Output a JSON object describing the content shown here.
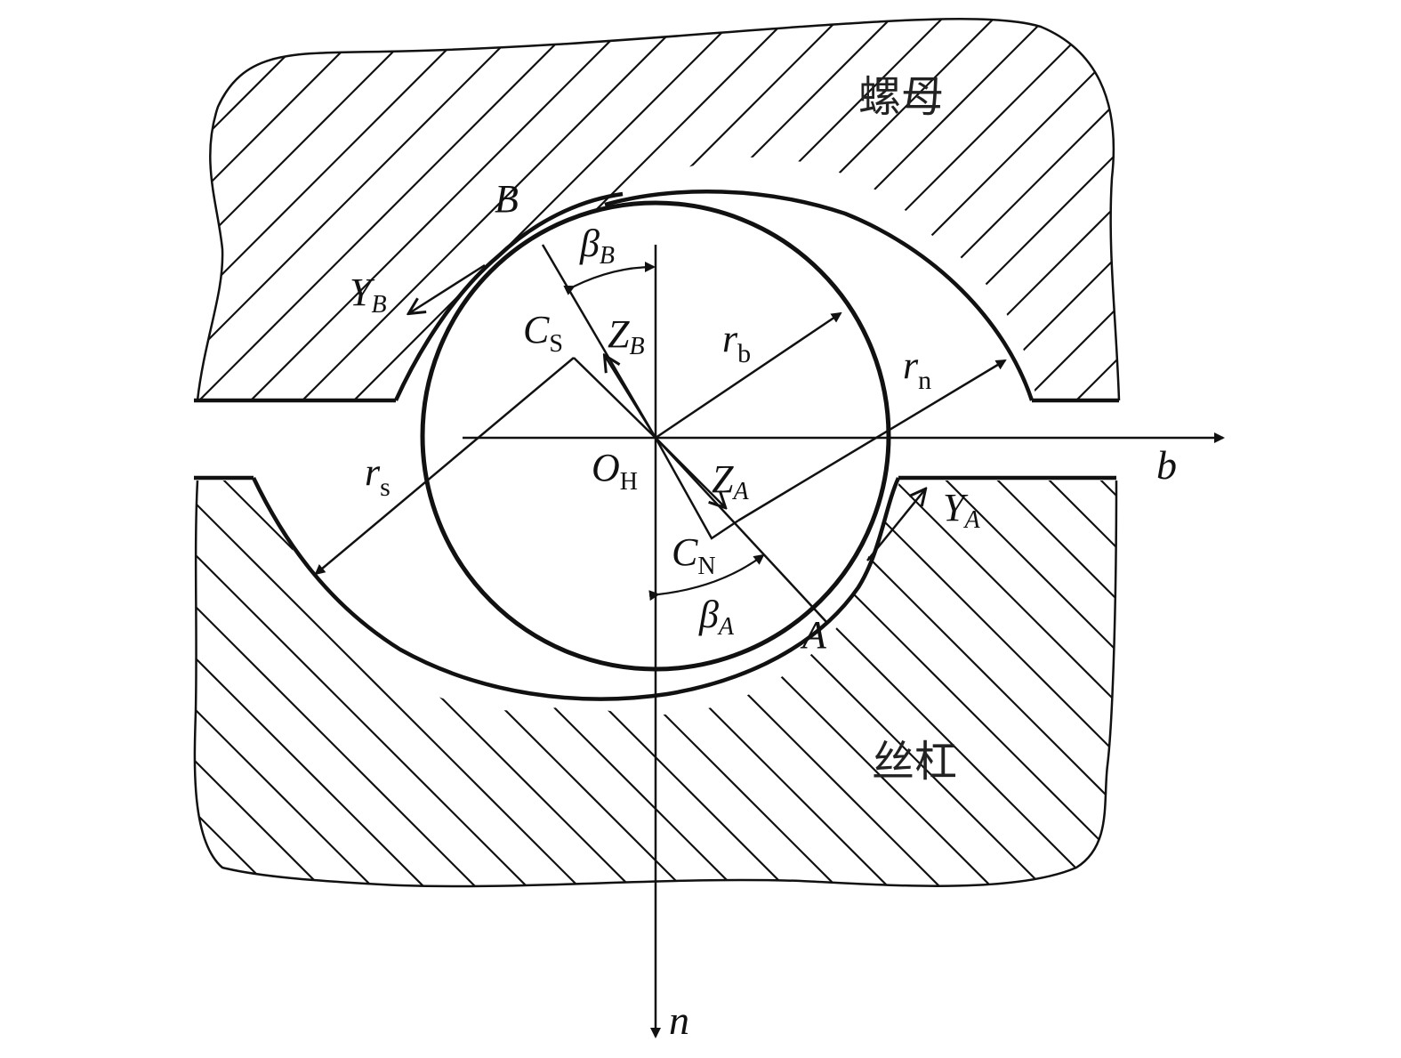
{
  "regions": {
    "nut": "螺母",
    "screw": "丝杠"
  },
  "axes": {
    "b": "b",
    "n": "n"
  },
  "labels": {
    "B": "B",
    "A": "A",
    "beta_B": {
      "main": "β",
      "sub": "B"
    },
    "beta_A": {
      "main": "β",
      "sub": "A"
    },
    "Y_B": {
      "main": "Y",
      "sub": "B"
    },
    "Y_A": {
      "main": "Y",
      "sub": "A"
    },
    "Z_B": {
      "main": "Z",
      "sub": "B"
    },
    "Z_A": {
      "main": "Z",
      "sub": "A"
    },
    "C_S": {
      "main": "C",
      "sub": "S"
    },
    "C_N": {
      "main": "C",
      "sub": "N"
    },
    "O_H": {
      "main": "O",
      "sub": "H"
    },
    "r_b": {
      "main": "r",
      "sub": "b"
    },
    "r_n": {
      "main": "r",
      "sub": "n"
    },
    "r_s": {
      "main": "r",
      "sub": "s"
    }
  },
  "colors": {
    "stroke": "#111111",
    "background": "#ffffff"
  }
}
